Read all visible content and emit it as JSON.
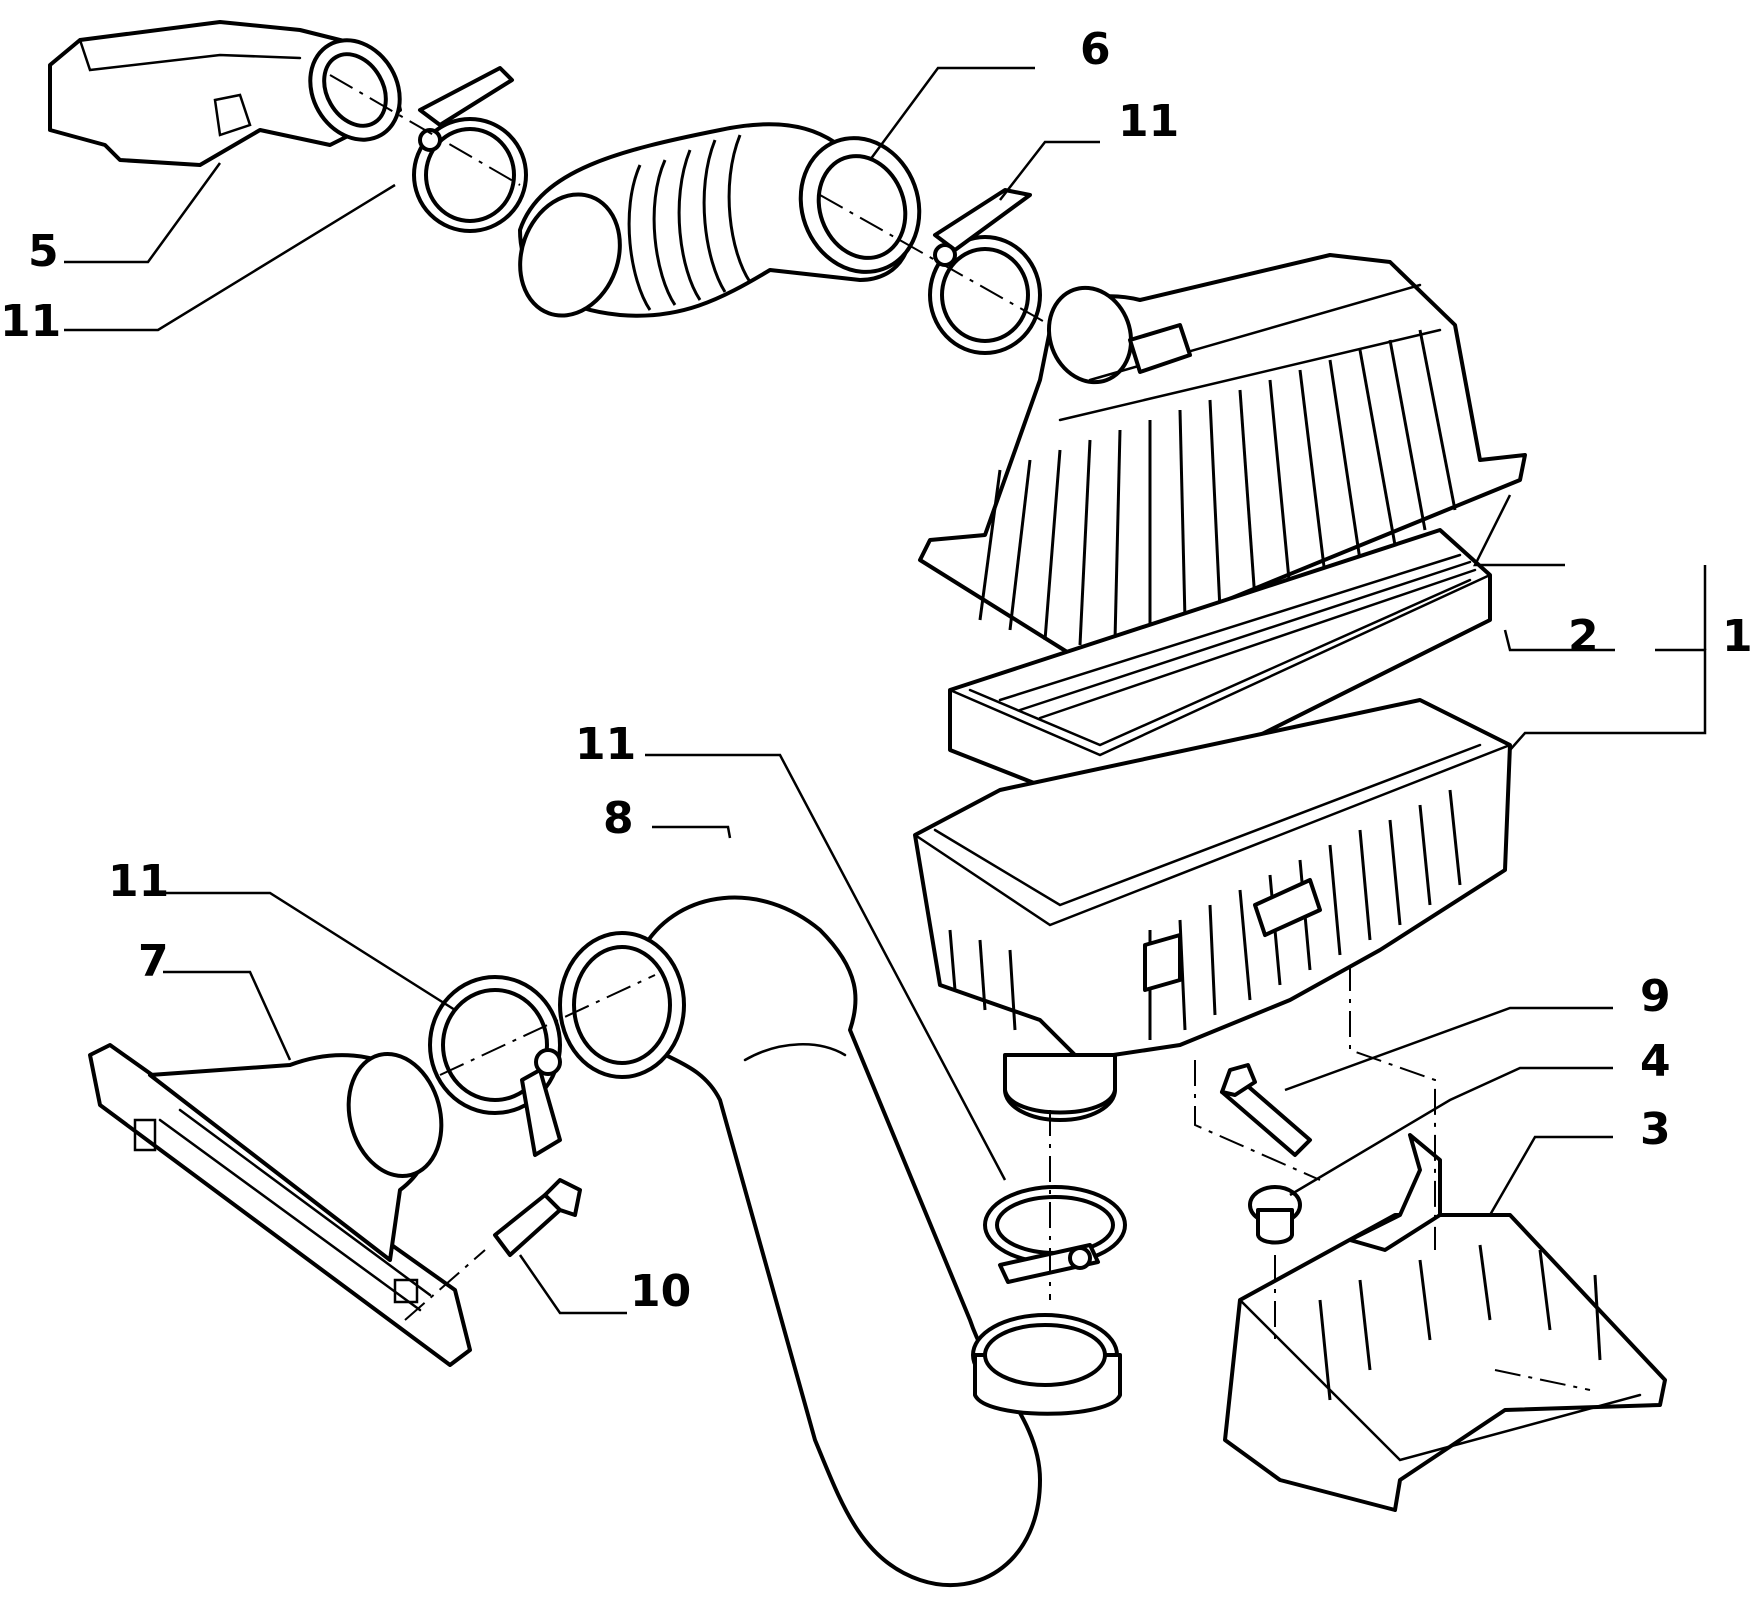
{
  "callouts": [
    {
      "id": "callout-1",
      "label": "1"
    },
    {
      "id": "callout-2",
      "label": "2"
    },
    {
      "id": "callout-3",
      "label": "3"
    },
    {
      "id": "callout-4",
      "label": "4"
    },
    {
      "id": "callout-5",
      "label": "5"
    },
    {
      "id": "callout-6",
      "label": "6"
    },
    {
      "id": "callout-7",
      "label": "7"
    },
    {
      "id": "callout-8",
      "label": "8"
    },
    {
      "id": "callout-9",
      "label": "9"
    },
    {
      "id": "callout-10",
      "label": "10"
    },
    {
      "id": "callout-11a",
      "label": "11"
    },
    {
      "id": "callout-11b",
      "label": "11"
    },
    {
      "id": "callout-11c",
      "label": "11"
    },
    {
      "id": "callout-11d",
      "label": "11"
    }
  ],
  "colors": {
    "ink": "#000000",
    "paper": "#ffffff"
  }
}
